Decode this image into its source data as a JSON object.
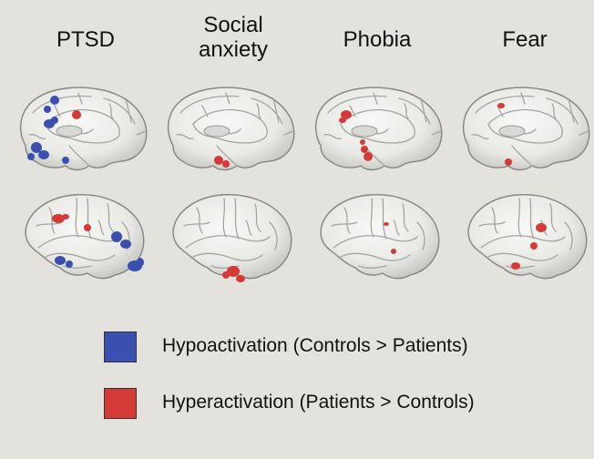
{
  "columns": [
    {
      "lines": [
        "PTSD"
      ]
    },
    {
      "lines": [
        "Social",
        "anxiety"
      ]
    },
    {
      "lines": [
        "Phobia"
      ]
    },
    {
      "lines": [
        "Fear"
      ]
    }
  ],
  "legend": {
    "hypo": {
      "label": "Hypoactivation (Controls > Patients)",
      "color": "#3a4fb0"
    },
    "hyper": {
      "label": "Hyperactivation (Patients > Controls)",
      "color": "#d43a36"
    }
  }
}
